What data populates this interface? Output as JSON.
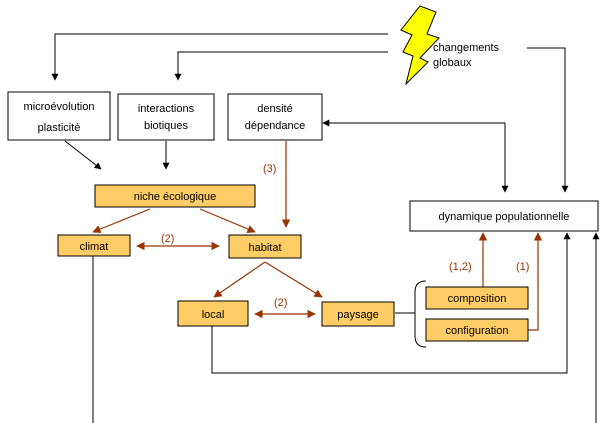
{
  "nodes": {
    "changements": [
      "changements",
      "globaux"
    ],
    "microevolution": [
      "microévolution",
      "plasticité"
    ],
    "interactions": [
      "interactions",
      "biotiques"
    ],
    "densite": [
      "densité",
      "dépendance"
    ],
    "niche": "niche écologique",
    "climat": "climat",
    "habitat": "habitat",
    "local": "local",
    "paysage": "paysage",
    "composition": "composition",
    "configuration": "configuration",
    "dynamique": "dynamique populationnelle"
  },
  "edge_labels": {
    "densite_habitat": "(3)",
    "climat_habitat": "(2)",
    "local_paysage": "(2)",
    "composition_dyn": "(1,2)",
    "configuration_dyn": "(1)"
  },
  "colors": {
    "box_fill": "#FFCC66",
    "relation": "#993300",
    "lightning": "#FFFF00"
  }
}
